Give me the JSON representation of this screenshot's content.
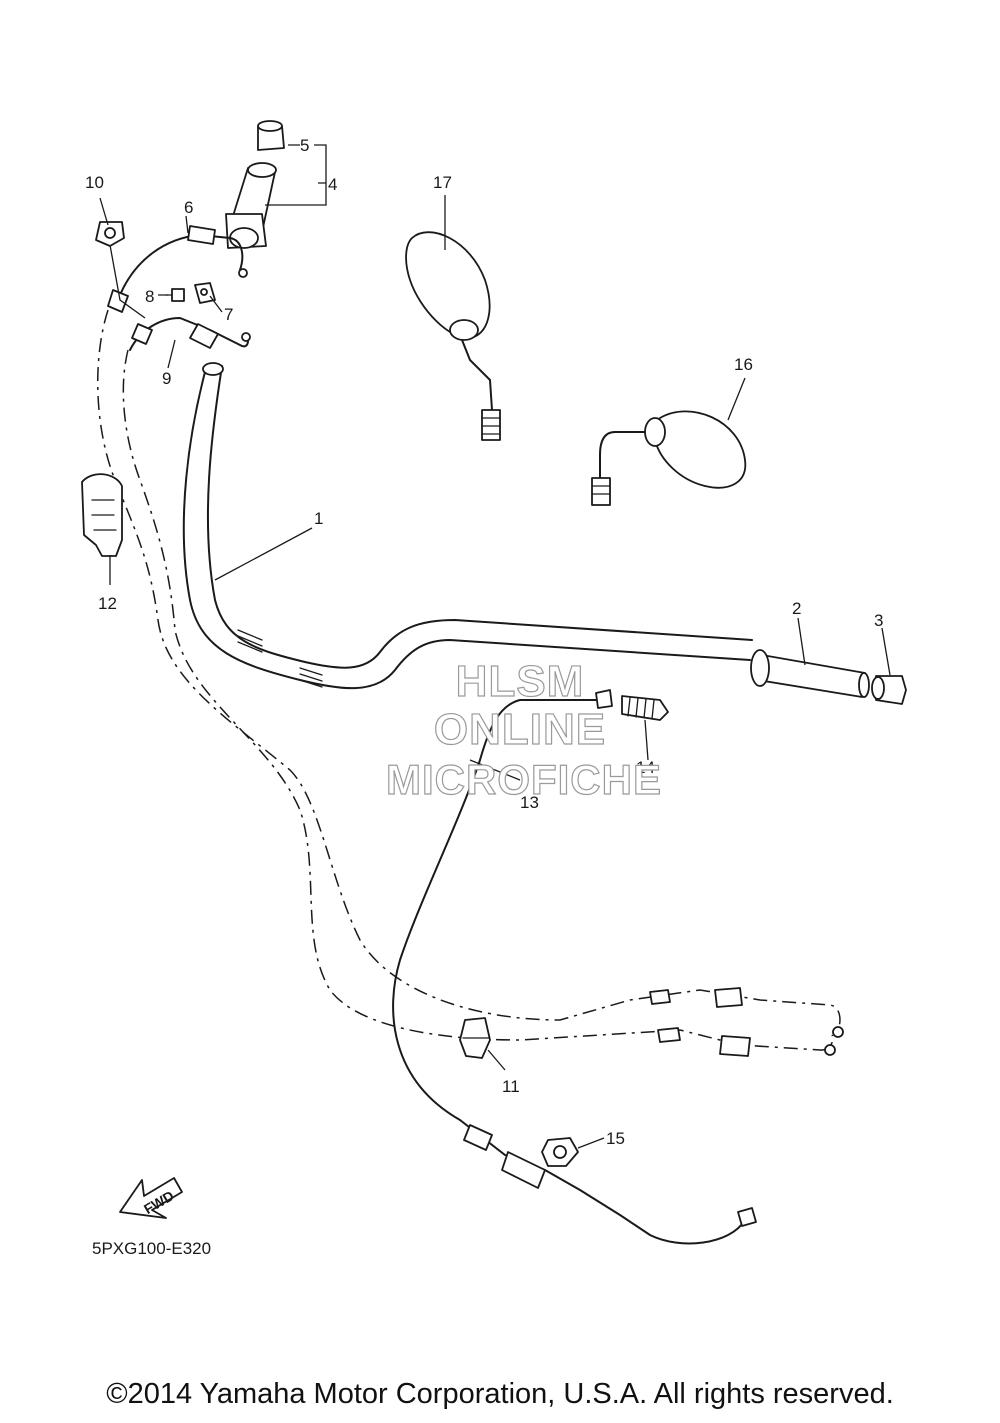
{
  "callouts": [
    "1",
    "2",
    "3",
    "4",
    "5",
    "6",
    "7",
    "8",
    "9",
    "10",
    "11",
    "12",
    "13",
    "14",
    "15",
    "16",
    "17"
  ],
  "watermark": {
    "line1": "HLSM",
    "line2": "ONLINE",
    "line3": "MICROFICHE"
  },
  "fwd_label": "FWD",
  "diagram_code": "5PXG100-E320",
  "copyright": "©2014 Yamaha Motor Corporation, U.S.A. All rights reserved.",
  "colors": {
    "ink": "#1a1a1a",
    "watermark_outline": "#9a9a9a",
    "background": "#ffffff"
  }
}
